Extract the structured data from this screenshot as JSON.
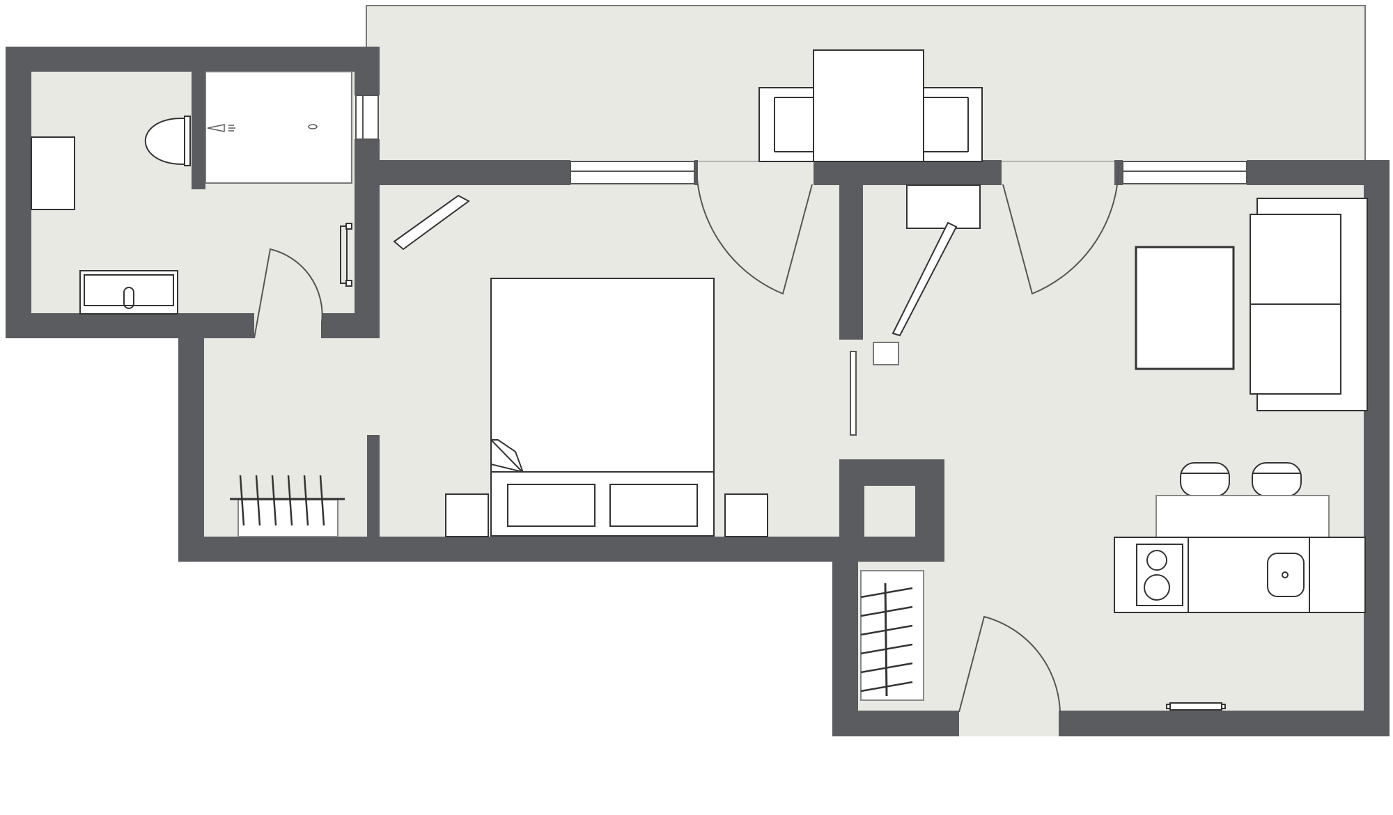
{
  "floor_plan": {
    "rooms": [
      "bathroom",
      "bedroom",
      "balcony",
      "hallway",
      "living-kitchen"
    ],
    "colors": {
      "wall": "#5a5c5f",
      "floor": "#e9e9e4",
      "furniture_fill": "#ffffff",
      "line": "#555555"
    },
    "furniture": [
      "toilet",
      "shower",
      "washbasin",
      "bathroom-cabinet",
      "towel-rail",
      "double-bed",
      "bedside-table",
      "coat-rack",
      "dining-table",
      "balcony-chair",
      "sofa",
      "coffee-table",
      "bar-counter",
      "bar-stool",
      "hob",
      "kitchen-sink",
      "shoe-rack",
      "radiator"
    ]
  }
}
